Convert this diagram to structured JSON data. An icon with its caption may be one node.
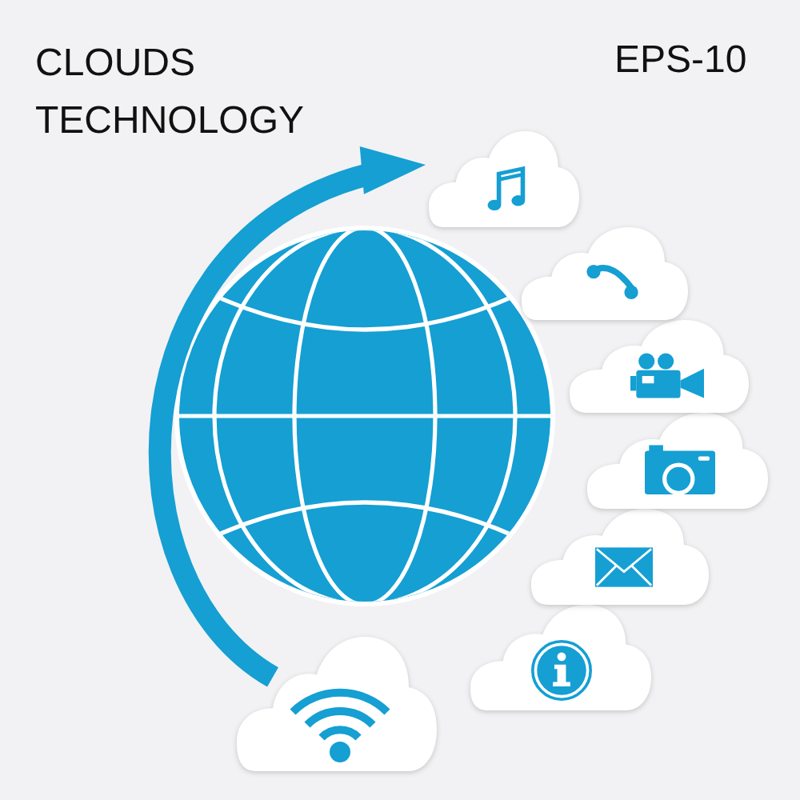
{
  "diagram": {
    "title": "CLOUDS TECHNOLOGY",
    "nodes": [
      {
        "text": [],
        "shape": "cloud"
      },
      {
        "text": [],
        "shape": "cloud"
      },
      {
        "text": [],
        "shape": "cloud"
      },
      {
        "text": [],
        "shape": "cloud"
      },
      {
        "text": [],
        "shape": "cloud"
      },
      {
        "text": [],
        "shape": "cloud"
      },
      {
        "text": [],
        "shape": "cloud"
      }
    ],
    "edges": [
      {
        "from": 6,
        "to": 0,
        "arrow": "to"
      }
    ],
    "labels": [
      "EPS-10"
    ]
  }
}
